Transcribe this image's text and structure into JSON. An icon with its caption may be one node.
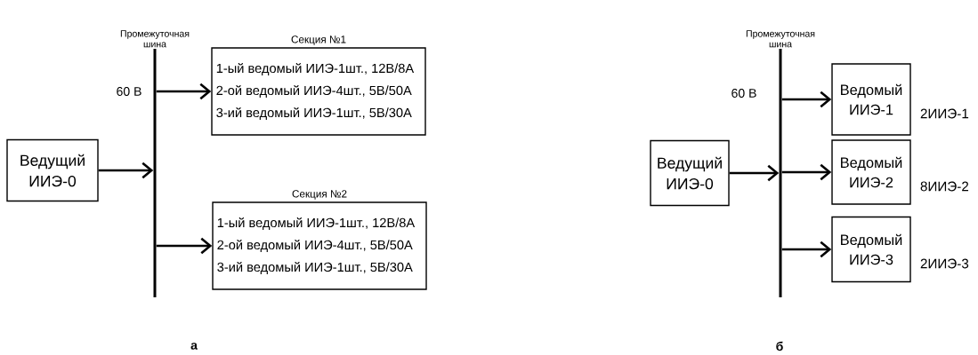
{
  "diagram": {
    "nodes": [
      {
        "text": [
          "Ведущий ИИЭ-0"
        ]
      },
      {
        "text": [
          "Промежуточная шина"
        ]
      },
      {
        "text": [
          "Секция №1",
          "1-ый ведомый ИИЭ-1шт., 12В/8А",
          "2-ой ведомый ИИЭ-4шт., 5В/50А",
          "3-ий ведомый ИИЭ-1шт., 5В/30А"
        ]
      },
      {
        "text": [
          "Секция №2",
          "1-ый ведомый ИИЭ-1шт., 12В/8А",
          "2-ой ведомый ИИЭ-4шт., 5В/50А",
          "3-ий ведомый ИИЭ-1шт., 5В/30А"
        ]
      },
      {
        "text": [
          "Ведущий ИИЭ-0"
        ]
      },
      {
        "text": [
          "Промежуточная шина"
        ]
      },
      {
        "text": [
          "Ведомый ИИЭ-1"
        ],
        "beside": [
          "2ИИЭ-1"
        ]
      },
      {
        "text": [
          "Ведомый ИИЭ-2"
        ],
        "beside": [
          "8ИИЭ-2"
        ]
      },
      {
        "text": [
          "Ведомый ИИЭ-3"
        ],
        "beside": [
          "2ИИЭ-3"
        ]
      }
    ],
    "edges": [
      {
        "from": 0,
        "to": 1,
        "arrow": "to"
      },
      {
        "from": 1,
        "to": 2,
        "arrow": "to"
      },
      {
        "from": 1,
        "to": 3,
        "arrow": "to"
      },
      {
        "from": 4,
        "to": 5,
        "arrow": "to"
      },
      {
        "from": 5,
        "to": 6,
        "arrow": "to"
      },
      {
        "from": 5,
        "to": 7,
        "arrow": "to"
      },
      {
        "from": 5,
        "to": 8,
        "arrow": "to"
      }
    ],
    "labels": [
      "60 В",
      "а",
      "60 В",
      "б"
    ]
  }
}
